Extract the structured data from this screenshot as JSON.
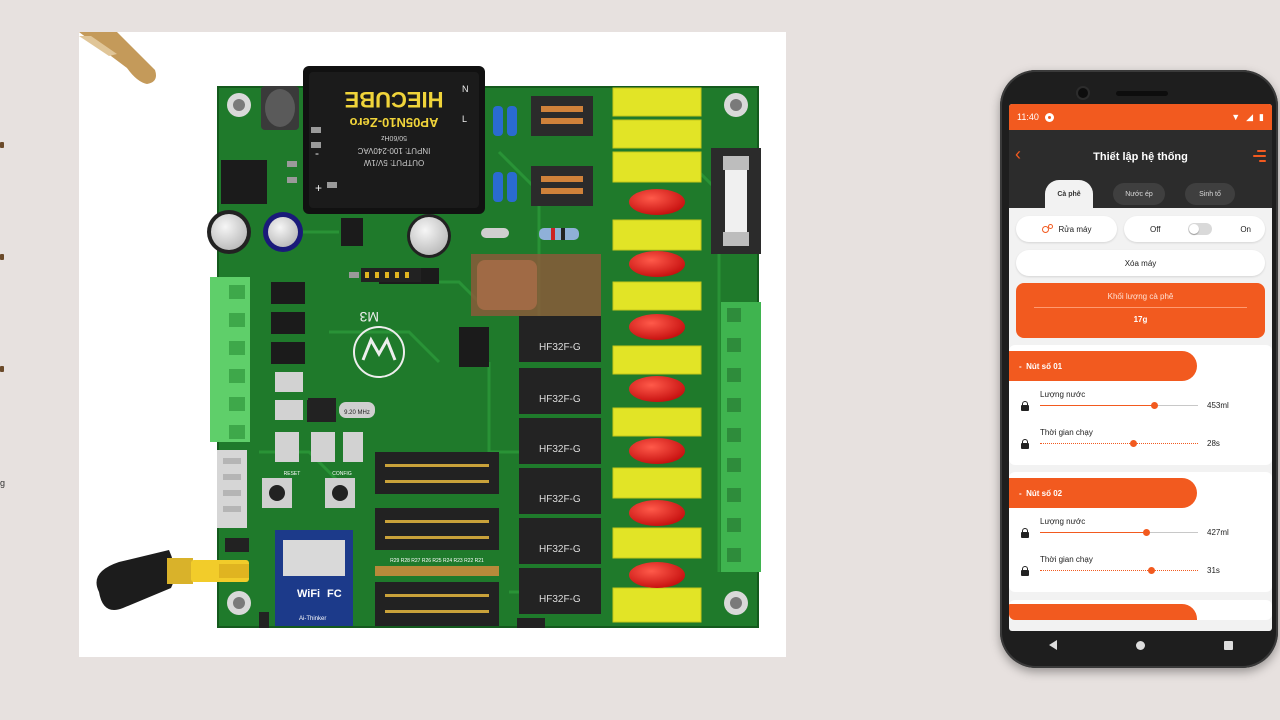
{
  "board": {
    "power_module_brand": "HIECUBE",
    "power_module_model": "AP05N10-Zero",
    "power_module_input": "INPUT: 100-240VAC",
    "power_module_output": "OUTPUT: 5V/1W",
    "power_module_code": "50/60Hz",
    "relay_label": "HF32F-G",
    "silk_logo": "M3",
    "crystal_label": "9.20 MHz",
    "wifi_label": "WiFi",
    "fcc_label": "FC",
    "wifi_brand": "Ai-Thinker",
    "reset_label": "RESET",
    "config_label": "CONFIG",
    "terminal_L": "L",
    "terminal_N": "N",
    "resistor_row": "R29 R28 R27 R26 R25 R24 R23 R22 R21"
  },
  "phone": {
    "status": {
      "time": "11:40"
    },
    "header": {
      "title": "Thiết lập hệ thống",
      "tabs": [
        "Cà phê",
        "Nước ép",
        "Sinh tố"
      ],
      "active_tab": 0
    },
    "controls": {
      "wash_label": "Rửa máy",
      "toggle_off": "Off",
      "toggle_on": "On",
      "clear_label": "Xóa máy"
    },
    "weight": {
      "label": "Khối lượng cà phê",
      "value": "17g"
    },
    "nozzles": [
      {
        "title": "Nút số 01",
        "water_label": "Lượng nước",
        "water_value": "453ml",
        "water_fraction": 0.72,
        "time_label": "Thời gian chạy",
        "time_value": "28s",
        "time_fraction": 0.59
      },
      {
        "title": "Nút số 02",
        "water_label": "Lượng nước",
        "water_value": "427ml",
        "water_fraction": 0.67,
        "time_label": "Thời gian chạy",
        "time_value": "31s",
        "time_fraction": 0.7
      }
    ],
    "colors": {
      "accent": "#f25a1f",
      "header": "#2c2c2c"
    }
  },
  "edge_fragment": "g"
}
